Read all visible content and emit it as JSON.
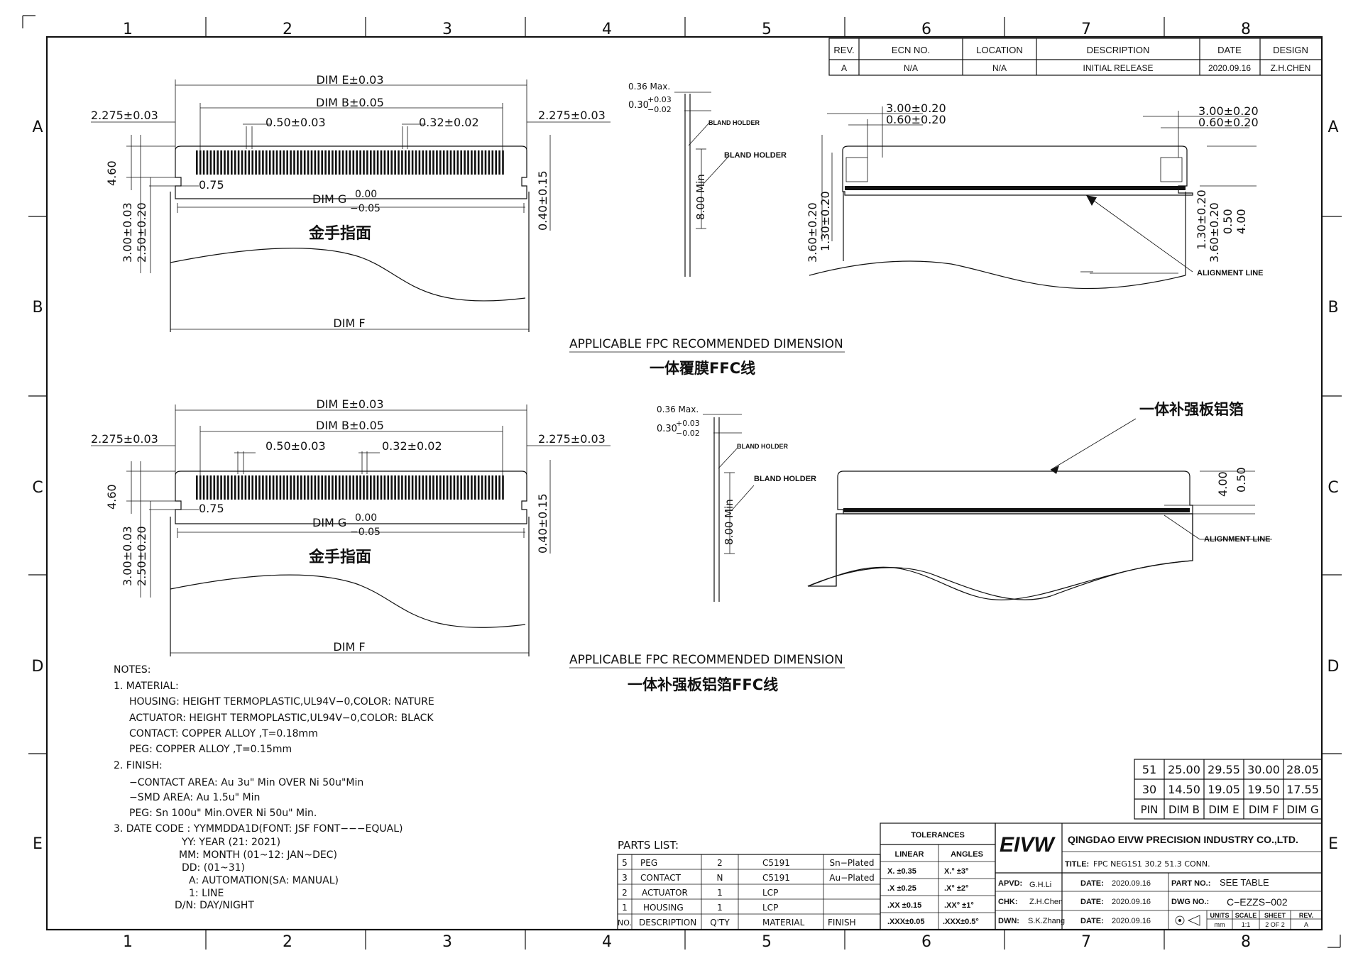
{
  "zones": {
    "columns": [
      "1",
      "2",
      "3",
      "4",
      "5",
      "6",
      "7",
      "8"
    ],
    "rows": [
      "A",
      "B",
      "C",
      "D",
      "E"
    ]
  },
  "revision_table": {
    "headers": [
      "REV.",
      "ECN NO.",
      "LOCATION",
      "DESCRIPTION",
      "DATE",
      "DESIGN"
    ],
    "row": [
      "A",
      "N/A",
      "N/A",
      "INITIAL RELEASE",
      "2020.09.16",
      "Z.H.CHEN"
    ]
  },
  "upper_view": {
    "dim_e": "DIM E±0.03",
    "dim_b": "DIM B±0.05",
    "dim_left": "2.275±0.03",
    "dim_right": "2.275±0.03",
    "pitch": "0.50±0.03",
    "width": "0.32±0.02",
    "h460": "4.60",
    "d075": "0.75",
    "dim_g": "DIM G",
    "g_up": "0.00",
    "g_low": "−0.05",
    "v300": "3.00±0.03",
    "v250": "2.50±0.20",
    "v040": "0.40±0.15",
    "cn_label": "金手指面",
    "dim_f": "DIM F",
    "side_036": "0.36 Max.",
    "side_030": "0.30",
    "side_030_up": "+0.03",
    "side_030_low": "−0.02",
    "bland_holder_small": "BLAND HOLDER",
    "bland_holder": "BLAND HOLDER",
    "side_800": "8.00 Min",
    "r_300": "3.00±0.20",
    "r_060": "0.60±0.20",
    "r_300b": "3.00±0.20",
    "r_060b": "0.60±0.20",
    "r_360": "3.60±0.20",
    "r_130": "1.30±0.20",
    "r_130b": "1.30±0.20",
    "r_360b": "3.60±0.20",
    "r_050": "0.50",
    "r_400": "4.00",
    "alignment": "ALIGNMENT LINE",
    "caption": "APPLICABLE FPC RECOMMENDED DIMENSION",
    "caption_cn": "一体覆膜FFC线"
  },
  "lower_view": {
    "dim_e": "DIM E±0.03",
    "dim_b": "DIM B±0.05",
    "dim_left": "2.275±0.03",
    "dim_right": "2.275±0.03",
    "pitch": "0.50±0.03",
    "width": "0.32±0.02",
    "h460": "4.60",
    "d075": "0.75",
    "dim_g": "DIM G",
    "g_up": "0.00",
    "g_low": "−0.05",
    "v300": "3.00±0.03",
    "v250": "2.50±0.20",
    "v040": "0.40±0.15",
    "cn_label": "金手指面",
    "dim_f": "DIM F",
    "side_036": "0.36 Max.",
    "side_030": "0.30",
    "side_030_up": "+0.03",
    "side_030_low": "−0.02",
    "bland_holder_small": "BLAND HOLDER",
    "bland_holder": "BLAND HOLDER",
    "side_800": "8.00 Min",
    "r_cn": "一体补强板铝箔",
    "r_400": "4.00",
    "r_050": "0.50",
    "alignment": "ALIGNMENT LINE",
    "caption": "APPLICABLE FPC RECOMMENDED DIMENSION",
    "caption_cn": "一体补强板铝箔FFC线"
  },
  "notes": {
    "title": "NOTES:",
    "lines": [
      "1. MATERIAL:",
      "HOUSING: HEIGHT  TERMOPLASTIC,UL94V−0,COLOR: NATURE",
      "ACTUATOR: HEIGHT  TERMOPLASTIC,UL94V−0,COLOR: BLACK",
      "CONTACT: COPPER  ALLOY  ,T=0.18mm",
      "PEG: COPPER  ALLOY  ,T=0.15mm",
      "2.  FINISH:",
      "−CONTACT  AREA: Au  3u\"  Min  OVER  Ni  50u\"Min",
      "−SMD  AREA: Au  1.5u\"  Min",
      "PEG: Sn  100u\"  Min.OVER  Ni  50u\"  Min.",
      "3.  DATE  CODE  :  YYMMDDA1D(FONT:  JSF  FONT−−−EQUAL)",
      "YY:  YEAR  (21:  2021)",
      "MM:  MONTH  (01~12:  JAN~DEC)",
      "DD:  (01~31)",
      "A:  AUTOMATION(SA: MANUAL)",
      "1:  LINE",
      "D/N:  DAY/NIGHT"
    ]
  },
  "dim_table": {
    "rows": [
      [
        "51",
        "25.00",
        "29.55",
        "30.00",
        "28.05"
      ],
      [
        "30",
        "14.50",
        "19.05",
        "19.50",
        "17.55"
      ],
      [
        "PIN",
        "DIM B",
        "DIM E",
        "DIM F",
        "DIM G"
      ]
    ]
  },
  "parts_list": {
    "title": "PARTS LIST:",
    "rows": [
      [
        "5",
        "PEG",
        "2",
        "C5191",
        "Sn−Plated"
      ],
      [
        "3",
        "CONTACT",
        "N",
        "C5191",
        "Au−Plated"
      ],
      [
        "2",
        "ACTUATOR",
        "1",
        "LCP",
        ""
      ],
      [
        "1",
        "HOUSING",
        "1",
        "LCP",
        ""
      ]
    ],
    "headers": [
      "NO.",
      "DESCRIPTION",
      "Q'TY",
      "MATERIAL",
      "FINISH"
    ]
  },
  "title_block": {
    "tolerances": "TOLERANCES",
    "linear": "LINEAR",
    "angles": "ANGLES",
    "tol_rows": [
      [
        "X.  ±0.35",
        "X.°  ±3°"
      ],
      [
        ".X  ±0.25",
        ".X°  ±2°"
      ],
      [
        ".XX ±0.15",
        ".XX°  ±1°"
      ],
      [
        ".XXX±0.05",
        ".XXX±0.5°"
      ]
    ],
    "logo": "EIVW",
    "company": "QINGDAO EIVW PRECISION INDUSTRY CO.,LTD.",
    "title_label": "TITLE:",
    "title_value": "FPC NEG1S1  30.2  51.3  CONN.",
    "apvd_label": "APVD:",
    "apvd": "G.H.Li",
    "chk_label": "CHK:",
    "chk": "Z.H.Chen",
    "dwn_label": "DWN:",
    "dwn": "S.K.Zhang",
    "date_label": "DATE:",
    "date1": "2020.09.16",
    "date2": "2020.09.16",
    "date3": "2020.09.16",
    "part_label": "PART NO.:",
    "part": "SEE  TABLE",
    "dwg_label": "DWG NO.:",
    "dwg": "C−EZZS−002",
    "units_label": "UNITS",
    "units": "mm",
    "scale_label": "SCALE",
    "scale": "1:1",
    "sheet_label": "SHEET",
    "sheet": "2 OF 2",
    "rev_label": "REV.",
    "rev": "A"
  }
}
